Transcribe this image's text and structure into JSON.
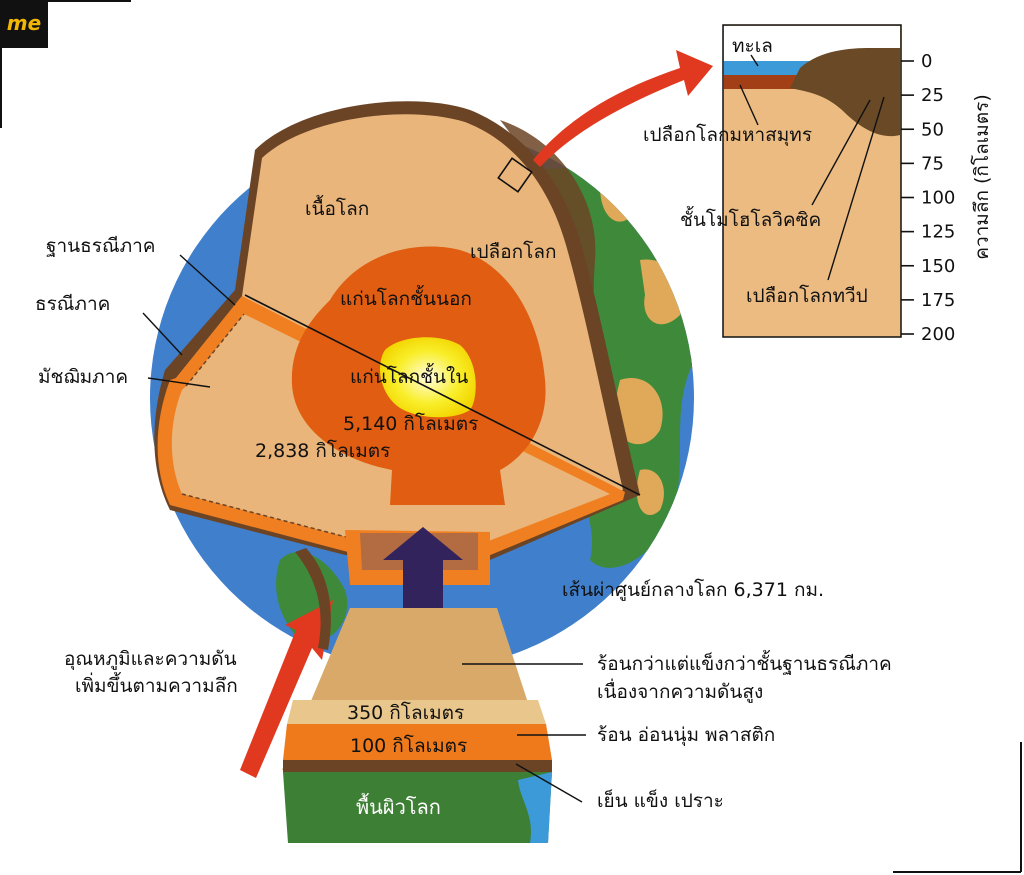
{
  "logo": {
    "text": "me"
  },
  "earth": {
    "crust": "เปลือกโลก",
    "mantle": "เนื้อโลก",
    "outer_core": "แก่นโลกชั้นนอก",
    "inner_core": "แก่นโลกชั้นใน",
    "lithosphere_base": "ฐานธรณีภาค",
    "lithosphere": "ธรณีภาค",
    "mesosphere": "มัชฌิมภาค",
    "depth_outer_core": "5,140 กิโลเมตร",
    "depth_mantle": "2,838 กิโลเมตร",
    "radius": "เส้นผ่าศูนย์กลางโลก 6,371 กม."
  },
  "inset": {
    "sea": "ทะเล",
    "oceanic_crust": "เปลือกโลกมหาสมุทร",
    "mohorovicic": "ชั้นโมโฮโลวิคซิค",
    "continental_crust": "เปลือกโลกทวีป",
    "axis_label": "ความลึก (กิโลเมตร)",
    "ticks": [
      "0",
      "25",
      "50",
      "75",
      "100",
      "125",
      "150",
      "175",
      "200"
    ]
  },
  "block": {
    "depth_350": "350 กิโลเมตร",
    "depth_100": "100 กิโลเมตร",
    "surface": "พื้นผิวโลก",
    "note_hot_dense_1": "ร้อนกว่าแต่แข็งกว่าชั้นฐานธรณีภาค",
    "note_hot_dense_2": "เนื่องจากความดันสูง",
    "note_plastic": "ร้อน อ่อนนุ่ม พลาสติก",
    "note_cold": "เย็น แข็ง เปราะ",
    "pressure_1": "อุณหภูมิและความดัน",
    "pressure_2": "เพิ่มขึ้นตามความลึก"
  },
  "colors": {
    "ocean": "#3f7fcb",
    "land": "#3f8a3a",
    "land_tan": "#e0a95a",
    "crust_brown": "#6b4426",
    "mantle_tan": "#e9b57a",
    "outer_core": "#e05d12",
    "inner_core": "#f7e600",
    "lithosphere_orange": "#f07f21",
    "arrow_red": "#e0391f",
    "arrow_navy": "#33235d",
    "inset_sea": "#3d9ad8",
    "inset_oceanic": "#a23f16",
    "inset_continent": "#6a4a26",
    "inset_bg": "#ebbb82",
    "block_top": "#d9a96a",
    "block_sand": "#e9c78c",
    "block_orange": "#ee7a1c",
    "block_green": "#3d7f35"
  }
}
